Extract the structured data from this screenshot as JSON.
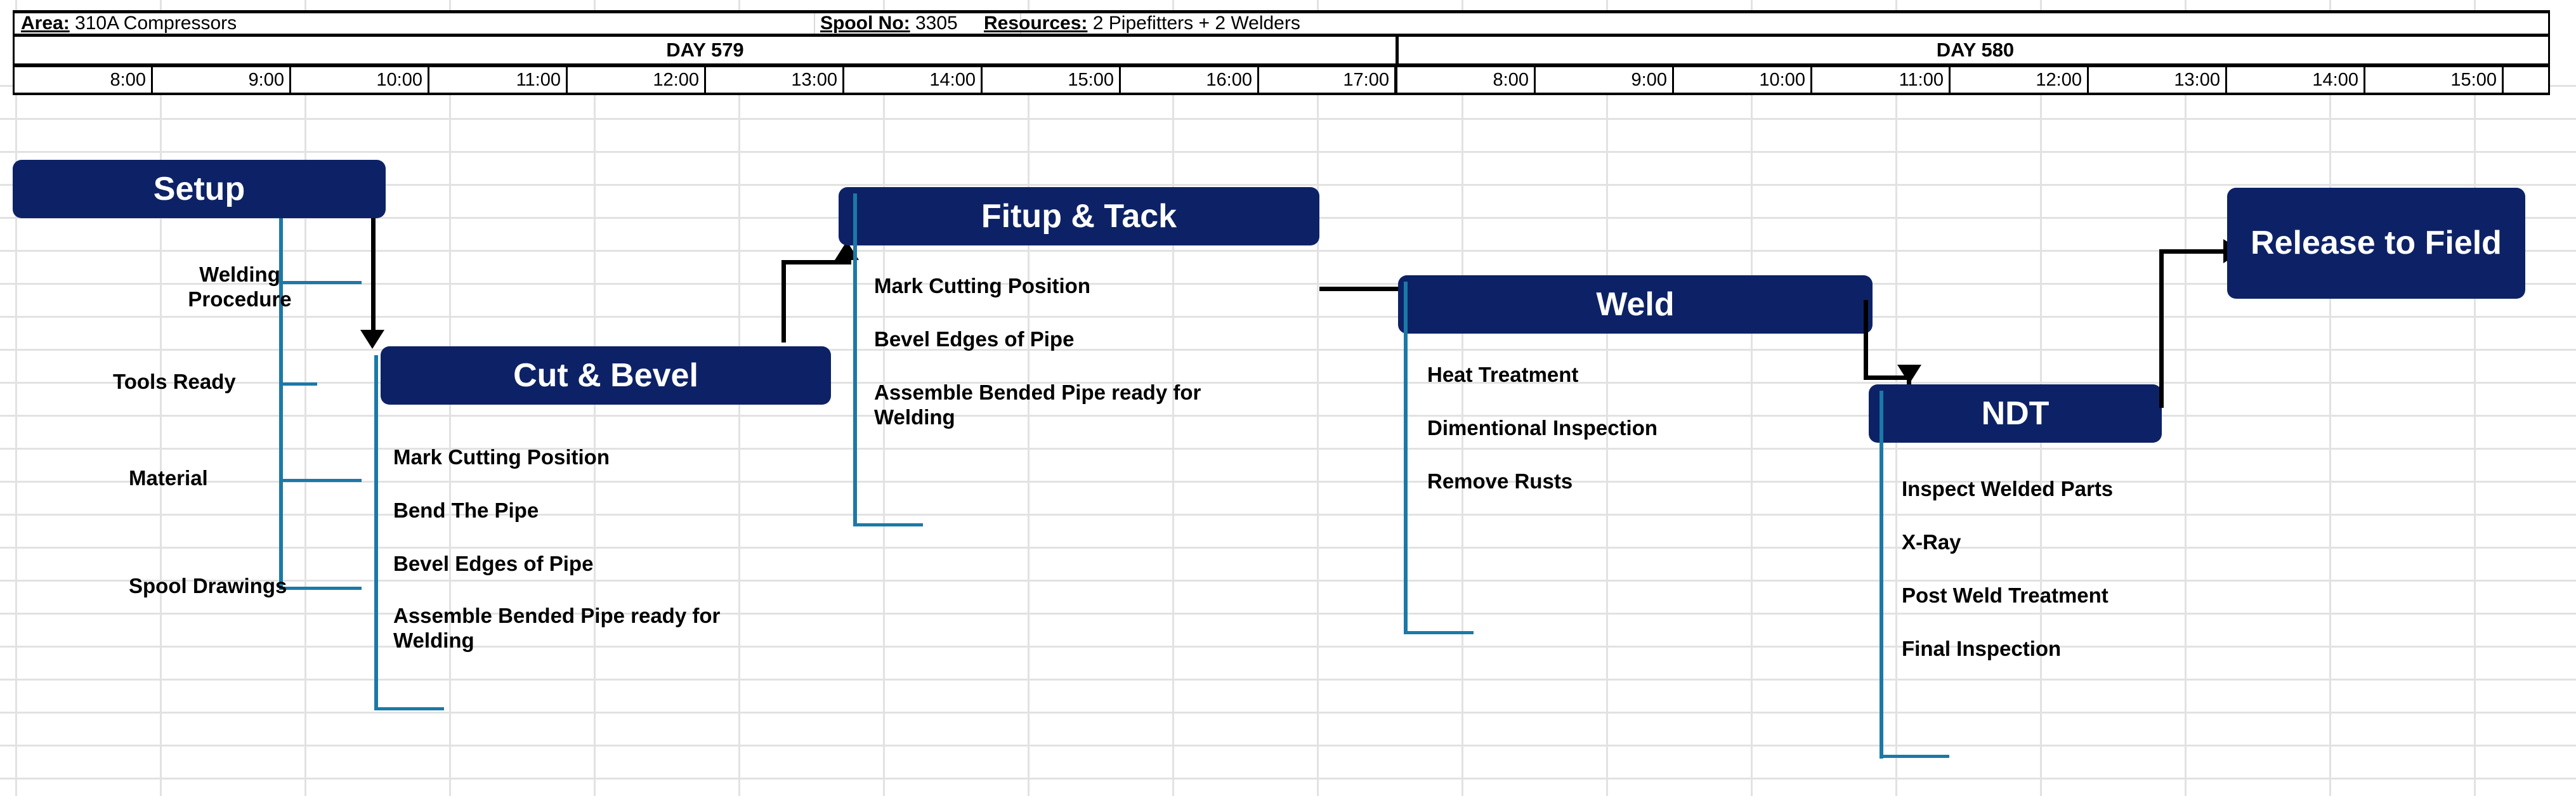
{
  "meta": {
    "info_row": [
      {
        "label": "Area:",
        "value": "310A Compressors"
      },
      {
        "label": "Spool No:",
        "value": "3305"
      },
      {
        "label": "Resources:",
        "value": "2 Pipefitters + 2 Welders"
      }
    ]
  },
  "timeline": {
    "days": [
      {
        "name": "DAY 579",
        "hours": [
          "8:00",
          "9:00",
          "10:00",
          "11:00",
          "12:00",
          "13:00",
          "14:00",
          "15:00",
          "16:00",
          "17:00"
        ]
      },
      {
        "name": "DAY 580",
        "hours": [
          "8:00",
          "9:00",
          "10:00",
          "11:00",
          "12:00",
          "13:00",
          "14:00",
          "15:00"
        ]
      }
    ]
  },
  "colors": {
    "box_fill": "#0d2266",
    "box_text": "#ffffff",
    "bracket": "#1b79a8",
    "connector": "#000000",
    "grid": "#e2e2e2"
  },
  "stages": [
    {
      "id": "setup",
      "title": "Setup",
      "tasks": [
        "Welding Procedure",
        "Tools Ready",
        "Material",
        "Spool Drawings"
      ]
    },
    {
      "id": "cut-bevel",
      "title": "Cut & Bevel",
      "tasks": [
        "Mark Cutting Position",
        "Bend The Pipe",
        "Bevel Edges of Pipe",
        "Assemble Bended Pipe ready for Welding"
      ]
    },
    {
      "id": "fitup-tack",
      "title": "Fitup &  Tack",
      "tasks": [
        "Mark Cutting Position",
        "Bevel Edges of Pipe",
        "Assemble Bended Pipe ready for Welding"
      ]
    },
    {
      "id": "weld",
      "title": "Weld",
      "tasks": [
        "Heat Treatment",
        "Dimentional Inspection",
        "Remove Rusts"
      ]
    },
    {
      "id": "ndt",
      "title": "NDT",
      "tasks": [
        "Inspect Welded Parts",
        "X-Ray",
        "Post Weld Treatment",
        "Final Inspection"
      ]
    },
    {
      "id": "release",
      "title": "Release to Field",
      "tasks": []
    }
  ]
}
